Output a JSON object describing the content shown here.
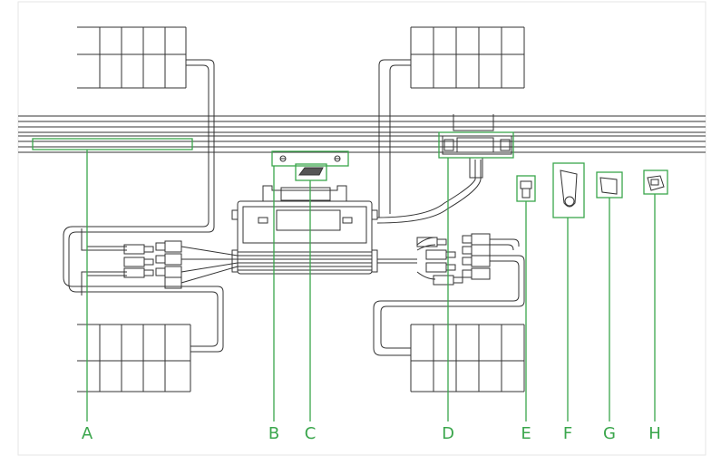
{
  "colors": {
    "line": "#333333",
    "callout": "#3aa64c",
    "frame": "#e6e6e6",
    "background": "#ffffff"
  },
  "callouts": [
    {
      "id": "A",
      "label": "A"
    },
    {
      "id": "B",
      "label": "B"
    },
    {
      "id": "C",
      "label": "C"
    },
    {
      "id": "D",
      "label": "D"
    },
    {
      "id": "E",
      "label": "E"
    },
    {
      "id": "F",
      "label": "F"
    },
    {
      "id": "G",
      "label": "G"
    },
    {
      "id": "H",
      "label": "H"
    }
  ],
  "components": {
    "A": "mounting-rail",
    "B": "inverter-mounting-bracket",
    "C": "bracket-clip",
    "D": "ac-trunk-connector",
    "E": "end-cap",
    "F": "unlock-tool",
    "G": "cable-clip",
    "H": "connector-clip"
  }
}
